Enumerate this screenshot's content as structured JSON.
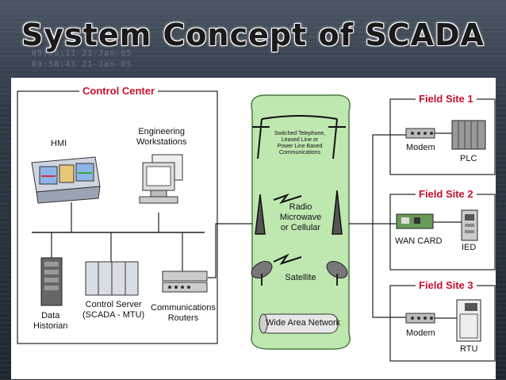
{
  "title": "System Concept of SCADA",
  "background_ticker": [
    "09:58:11 21-Jan-05",
    "09:58:43 21-Jan-05"
  ],
  "control_center": {
    "label": "Control Center",
    "hmi": "HMI",
    "engineering_workstations": "Engineering\nWorkstations",
    "data_historian": "Data\nHistorian",
    "control_server": "Control Server\n(SCADA - MTU)",
    "comm_routers": "Communications\nRouters"
  },
  "network": {
    "telephone": "Switched Telephone,\nLeased Line or\nPower Line Based\nCommunications",
    "radio": "Radio\nMicrowave\nor Cellular",
    "satellite": "Satellite",
    "wan": "Wide Area Network"
  },
  "field_sites": [
    {
      "label": "Field Site 1",
      "device_a": "Modem",
      "device_b": "PLC"
    },
    {
      "label": "Field Site 2",
      "device_a": "WAN CARD",
      "device_b": "IED"
    },
    {
      "label": "Field Site 3",
      "device_a": "Modem",
      "device_b": "RTU"
    }
  ],
  "colors": {
    "section_label": "#c8102e",
    "network_cloud": "#bfe8b0",
    "cloud_border": "#4a7a40"
  }
}
